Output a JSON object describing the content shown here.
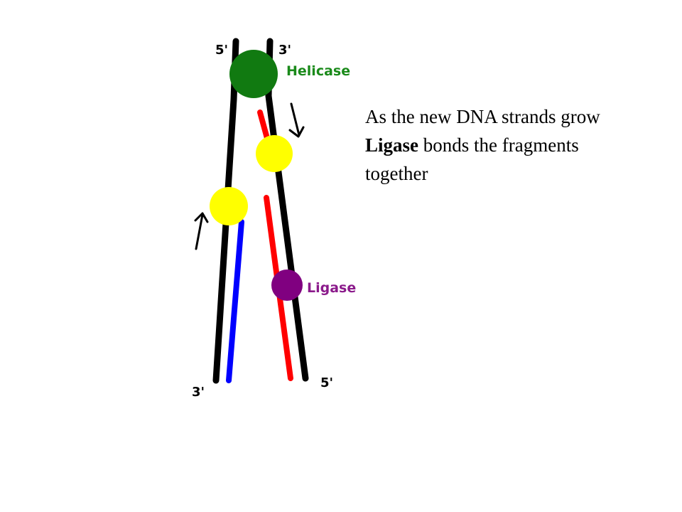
{
  "labels": {
    "top_left_end": "5'",
    "top_right_end": "3'",
    "bottom_left_end": "3'",
    "bottom_right_end": "5'",
    "helicase": "Helicase",
    "ligase": "Ligase"
  },
  "caption": {
    "line1": "As the new DNA strands grow",
    "ligase_word": "Ligase",
    "line2_rest": " bonds the fragments",
    "line3": "together"
  },
  "colors": {
    "parent_strand": "#000000",
    "leading_strand": "#0000ff",
    "lagging_fragments": "#ff0000",
    "helicase": "#117a11",
    "polymerase": "#ffff00",
    "ligase": "#800080",
    "helicase_label": "#1a8a1a",
    "ligase_label": "#8b1a8b"
  },
  "icons": {
    "arrow_left": "up-arrow-icon",
    "arrow_right": "down-arrow-icon"
  }
}
